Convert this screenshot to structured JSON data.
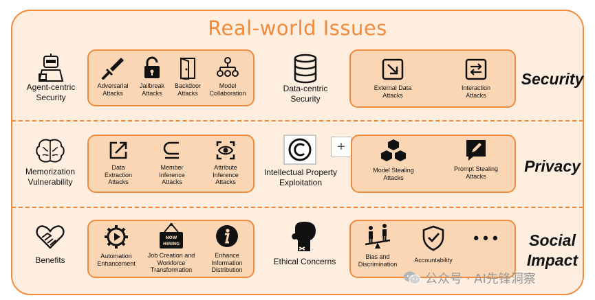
{
  "title": "Real-world Issues",
  "rows": {
    "security": {
      "side_label": "Security",
      "left_label": "Agent-centric Security",
      "left_items": [
        "Adversarial Attacks",
        "Jailbreak Attacks",
        "Backdoor Attacks",
        "Model Collaboration"
      ],
      "middle_label": "Data-centric Security",
      "right_items": [
        "External Data Attacks",
        "Interaction Attacks"
      ]
    },
    "privacy": {
      "side_label": "Privacy",
      "left_label": "Memorization Vulnerability",
      "left_items": [
        "Data Extraction Attacks",
        "Member Inference Attacks",
        "Attribute Inference Attacks"
      ],
      "middle_label": "Intellectual Property Exploitation",
      "plus": "+",
      "right_items": [
        "Model Stealing Attacks",
        "Prompt Stealing Attacks"
      ]
    },
    "social": {
      "side_label_1": "Social",
      "side_label_2": "Impact",
      "left_label": "Benefits",
      "left_items": [
        "Automation Enhancement",
        "Job Creation and Workforce Transformation",
        "Enhance Information Distribution"
      ],
      "sign_text": "NOW HIRING",
      "middle_label": "Ethical Concerns",
      "right_items": [
        "Bias and Discrimination",
        "Accountability"
      ],
      "more": "• • •"
    }
  },
  "watermark": "公众号 · AI先锋洞察",
  "colors": {
    "accent": "#f08a3c",
    "panel": "#fdeedf",
    "box": "#fbd6b4"
  }
}
